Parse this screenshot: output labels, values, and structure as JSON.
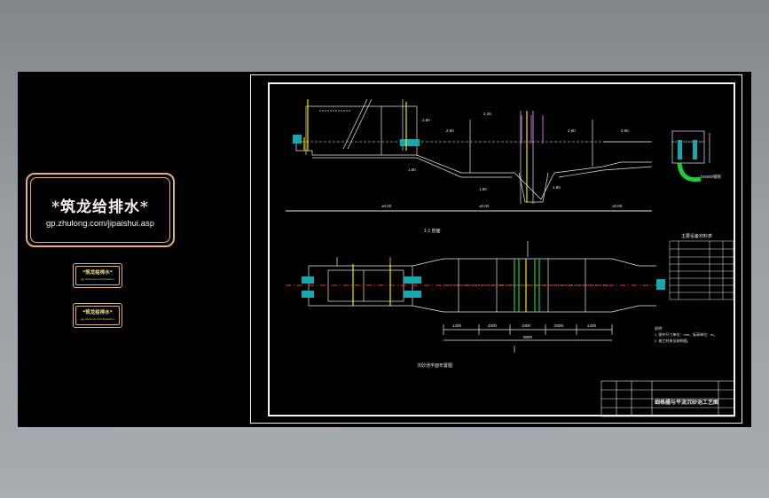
{
  "viewer": {
    "logo": {
      "title": "*筑龙给排水*",
      "url": "gp.zhulong.com/jipaishui.asp"
    },
    "badges": [
      {
        "label": "*筑龙给排水*",
        "sub": "gp.zhulong.com/jipaishui"
      },
      {
        "label": "*筑龙给排水*",
        "sub": "gp.zhulong.com/jipaishui"
      }
    ]
  },
  "drawing": {
    "profile_title": "1-1 剖面",
    "plan_title": "沉砂池平面布置图",
    "pipe_label": "DN800钢管",
    "table_title": "主要设备材料表",
    "notes": [
      "说明:",
      "1. 图中尺寸单位：mm，标高单位：m。",
      "2. 施工时参见结构图。"
    ],
    "title_block": {
      "drawing_name": "细格栅与平流沉砂池工艺图"
    },
    "dims": {
      "profile": [
        "2.80",
        "2.80",
        "2.25",
        "2.80",
        "2.80",
        "1.60",
        "1.60",
        "1.80",
        "±0.00",
        "±0.00",
        "±0.00"
      ],
      "plan_bottom": [
        "1400",
        "2000",
        "1000",
        "2000",
        "1400"
      ],
      "plan_total": "9800"
    }
  }
}
